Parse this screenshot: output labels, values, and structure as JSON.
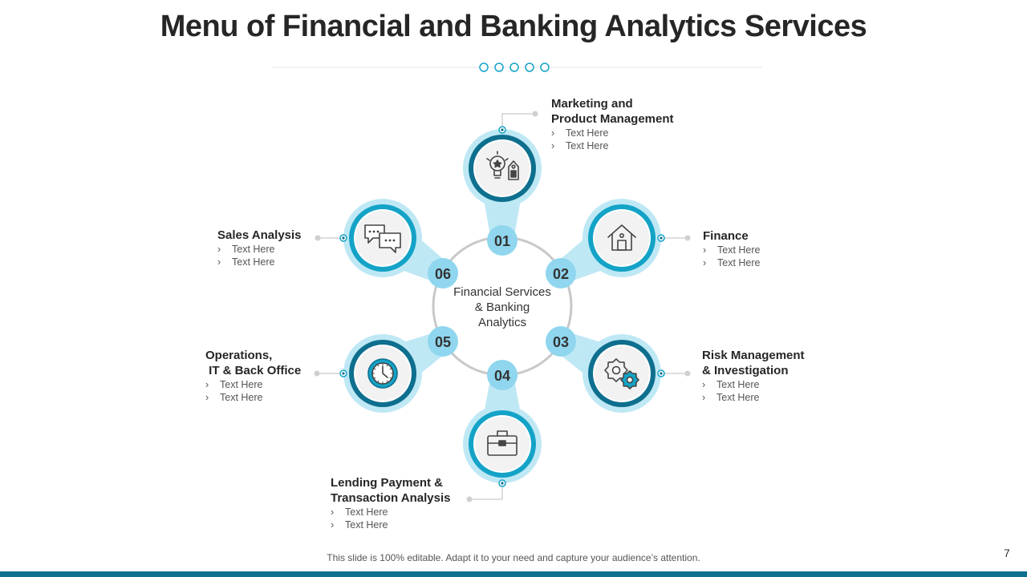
{
  "title": "Menu of Financial and Banking Analytics Services",
  "center_label": [
    "Financial Services",
    "& Banking",
    "Analytics"
  ],
  "bullet_marker": "›",
  "colors": {
    "ring_dark": "#0e6f8e",
    "ring_teal": "#14a3c7",
    "petal_light": "#bfe8f5",
    "petal_mid": "#8fd6ee",
    "circle_fill": "#f2f2f2",
    "hub_ring": "#c8c8c8",
    "accent_bar": "#0e6f8e"
  },
  "nodes": [
    {
      "number": "01",
      "heading": "Marketing and\nProduct Management",
      "bullets": [
        "Text Here",
        "Text Here"
      ],
      "icon": "lightbulb-tag-icon"
    },
    {
      "number": "02",
      "heading": "Finance",
      "bullets": [
        "Text Here",
        "Text Here"
      ],
      "icon": "house-icon"
    },
    {
      "number": "03",
      "heading": "Risk Management\n& Investigation",
      "bullets": [
        "Text Here",
        "Text Here"
      ],
      "icon": "gears-icon"
    },
    {
      "number": "04",
      "heading": "Lending Payment &\nTransaction Analysis",
      "bullets": [
        "Text Here",
        "Text Here"
      ],
      "icon": "briefcase-icon"
    },
    {
      "number": "05",
      "heading": "Operations,\n IT & Back Office",
      "bullets": [
        "Text Here",
        "Text Here"
      ],
      "icon": "clock-icon"
    },
    {
      "number": "06",
      "heading": "Sales Analysis",
      "bullets": [
        "Text Here",
        "Text Here"
      ],
      "icon": "chat-bubbles-icon"
    }
  ],
  "footer": "This slide is 100% editable. Adapt it to your need and capture your audience’s attention.",
  "page_number": "7"
}
